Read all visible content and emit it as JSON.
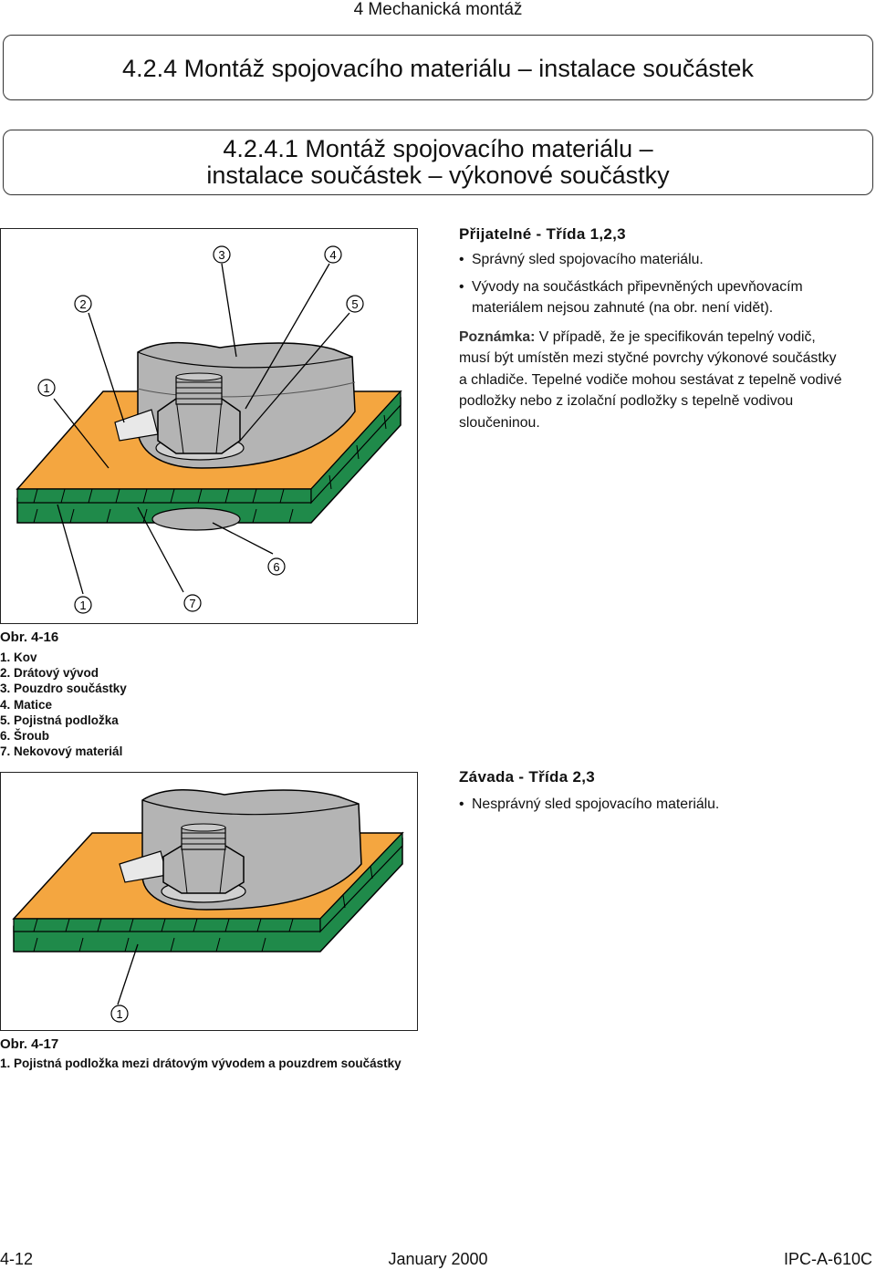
{
  "header": {
    "chapter": "4 Mechanická montáž",
    "section": "4.2.4 Montáž spojovacího materiálu – instalace součástek",
    "subsection_line1": "4.2.4.1 Montáž spojovacího materiálu –",
    "subsection_line2": "instalace součástek – výkonové součástky"
  },
  "figure1": {
    "callouts": [
      "1",
      "2",
      "3",
      "4",
      "5",
      "6",
      "1",
      "7"
    ],
    "caption": "Obr. 4-16",
    "legend": [
      "1. Kov",
      "2. Drátový vývod",
      "3. Pouzdro součástky",
      "4. Matice",
      "5. Pojistná podložka",
      "6. Šroub",
      "7. Nekovový materiál"
    ]
  },
  "acceptable": {
    "heading": "Přijatelné - Třída 1,2,3",
    "bullet1": "Správný sled spojovacího materiálu.",
    "bullet2_line1": "Vývody na součástkách připevněných upevňovacím",
    "bullet2_line2": "materiálem nejsou zahnuté (na obr. není vidět).",
    "note_label": "Poznámka:",
    "note_line1": " V případě, že je specifikován tepelný vodič,",
    "note_line2": "musí být umístěn mezi styčné povrchy výkonové součástky",
    "note_line3": "a chladiče. Tepelné vodiče mohou sestávat z tepelně vodivé",
    "note_line4": "podložky nebo z izolační podložky s tepelně vodivou",
    "note_line5": "sloučeninou."
  },
  "figure2": {
    "callout": "1",
    "caption": "Obr. 4-17",
    "legend": [
      "1. Pojistná podložka mezi drátovým vývodem a pouzdrem součástky"
    ]
  },
  "defect": {
    "heading": "Závada - Třída 2,3",
    "bullet1": "Nesprávný sled spojovacího materiálu."
  },
  "footer": {
    "page": "4-12",
    "date": "January 2000",
    "doc": "IPC-A-610C"
  },
  "colors": {
    "board_orange": "#f4a640",
    "board_green": "#1f8a4a",
    "metal_gray": "#b4b4b4"
  }
}
